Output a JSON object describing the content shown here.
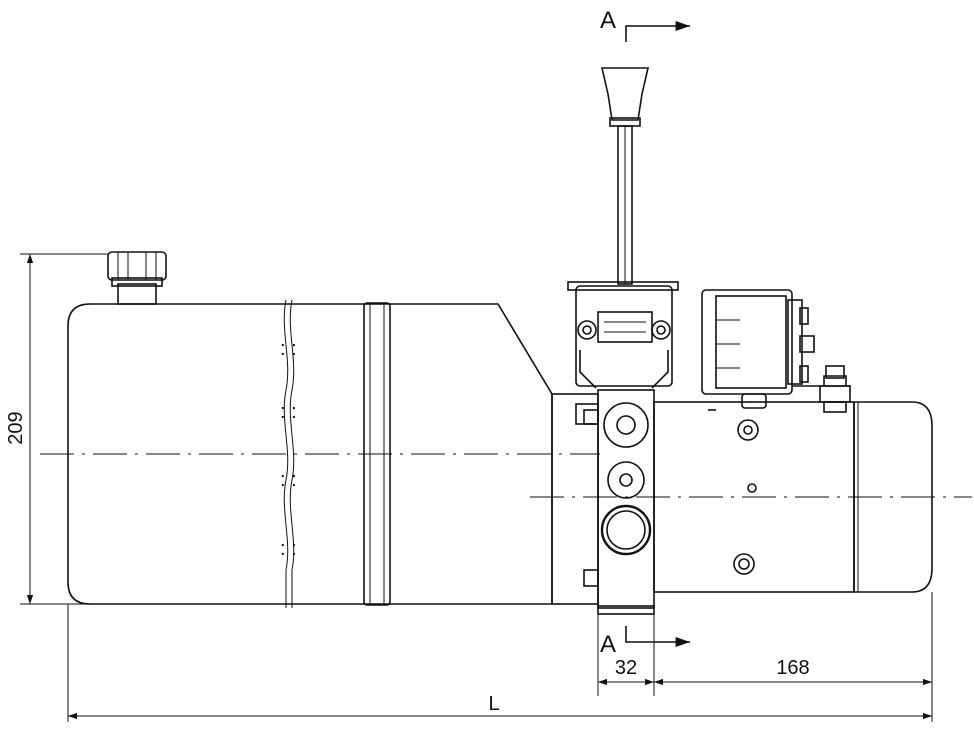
{
  "section": {
    "top_label": "A",
    "bottom_label": "A"
  },
  "dimensions": {
    "height": "209",
    "block_width": "32",
    "motor_length": "168",
    "overall_length": "L"
  }
}
